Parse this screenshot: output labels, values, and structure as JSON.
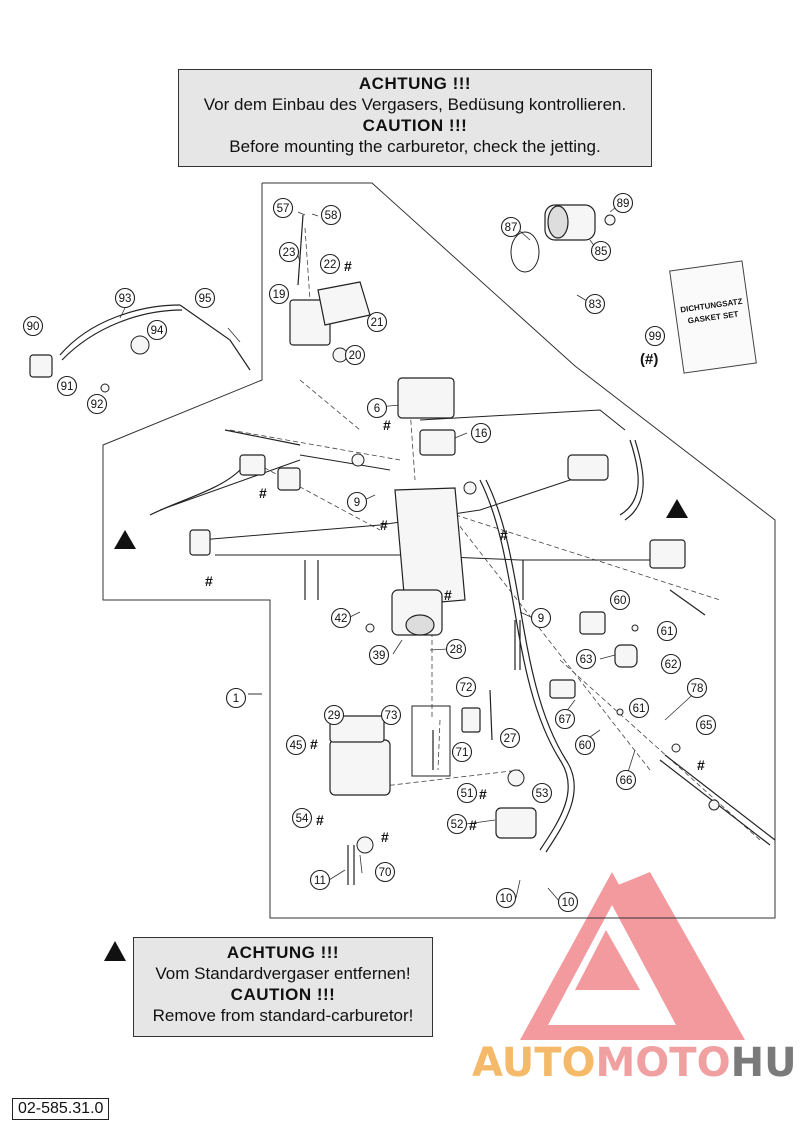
{
  "notice_top": {
    "line1": "ACHTUNG !!!",
    "line2": "Vor dem Einbau des Vergasers, Bedüsung kontrollieren.",
    "line3": "CAUTION !!!",
    "line4": "Before mounting the carburetor, check the jetting."
  },
  "notice_bottom": {
    "line1": "ACHTUNG !!!",
    "line2": "Vom Standardvergaser entfernen!",
    "line3": "CAUTION !!!",
    "line4": "Remove from standard-carburetor!"
  },
  "gasket_card": {
    "line1": "DICHTUNGSATZ",
    "line2": "GASKET SET"
  },
  "gasket_note": "(#)",
  "part_number": "02-585.31.0",
  "watermark": {
    "part1": "AUTO",
    "part2": "MOTO",
    "part3": "HUB"
  },
  "callouts": [
    "57",
    "58",
    "23",
    "22",
    "19",
    "21",
    "20",
    "87",
    "89",
    "85",
    "83",
    "99",
    "93",
    "95",
    "90",
    "94",
    "91",
    "92",
    "6",
    "16",
    "9",
    "9",
    "60",
    "61",
    "63",
    "62",
    "42",
    "39",
    "28",
    "1",
    "72",
    "73",
    "29",
    "45",
    "71",
    "27",
    "67",
    "60",
    "61",
    "78",
    "65",
    "66",
    "51",
    "53",
    "54",
    "52",
    "70",
    "11",
    "10",
    "10"
  ],
  "hash_marks": [
    "#",
    "#",
    "#",
    "#",
    "#",
    "#",
    "#",
    "#",
    "#",
    "#",
    "#",
    "#",
    "#"
  ],
  "colors": {
    "notice_bg": "#e6e6e6",
    "line": "#222222",
    "watermark_red": "#e8484f",
    "watermark_orange": "#f5b96a"
  }
}
